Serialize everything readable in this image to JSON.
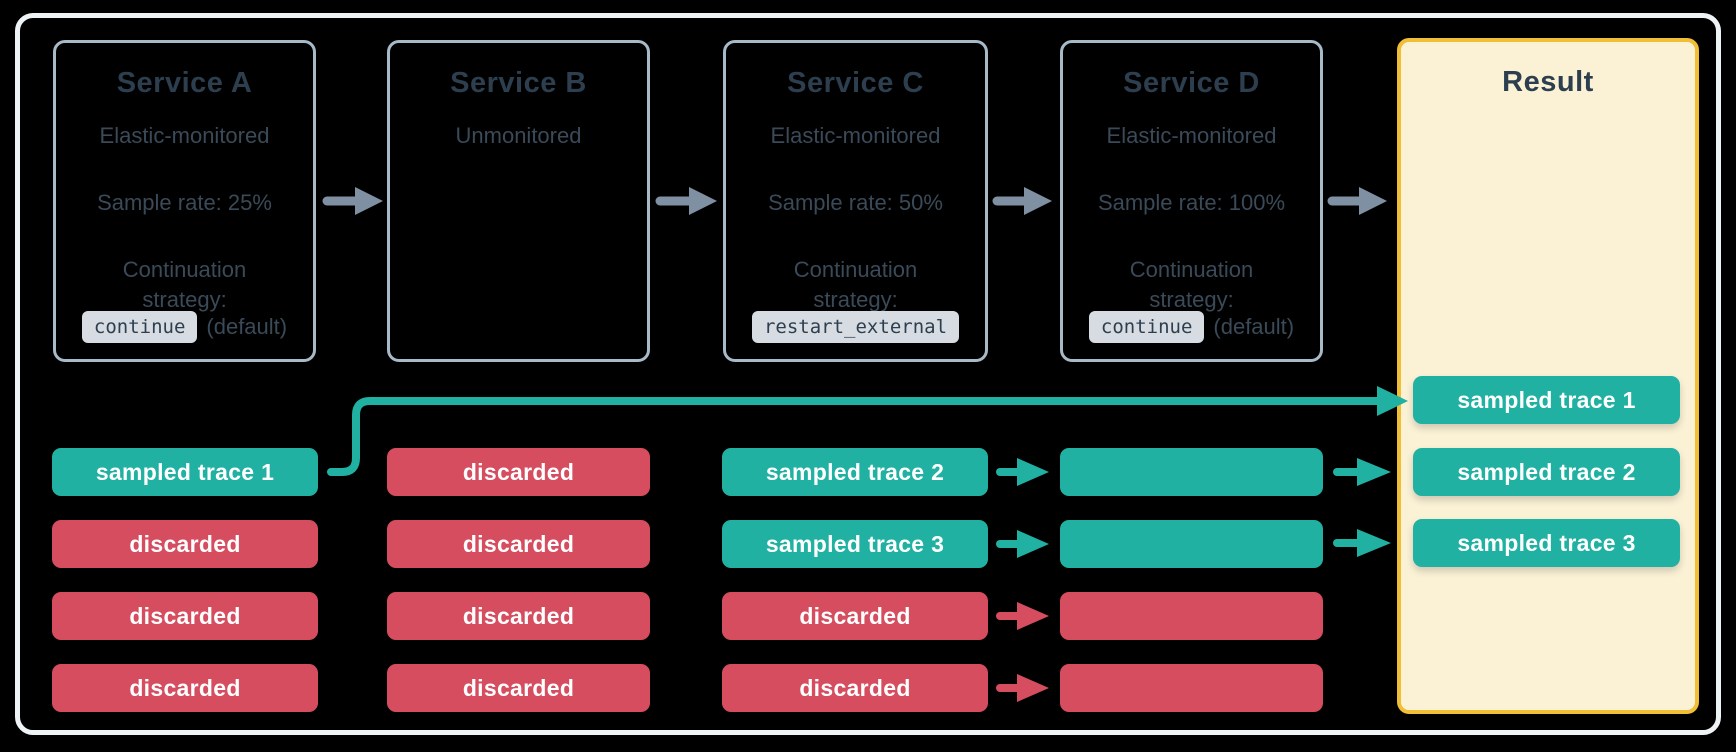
{
  "colors": {
    "teal": "#20b1a2",
    "red": "#d54d5f",
    "title": "#2d3e4f",
    "label": "#3a4a58",
    "box_border": "#a8b9c7",
    "frame": "#eef3f6",
    "chip_bg": "#d6dce2",
    "arrow_gray": "#7f90a2",
    "result_bg": "#fbf2d6",
    "result_border": "#f1bf35",
    "bg": "#000000"
  },
  "services": [
    {
      "title": "Service A",
      "monitoring": "Elastic-monitored",
      "sample_rate": "Sample rate: 25%",
      "strategy_label": "Continuation strategy:",
      "strategy_code": "continue",
      "strategy_note": "(default)"
    },
    {
      "title": "Service B",
      "monitoring": "Unmonitored",
      "sample_rate": "",
      "strategy_label": "",
      "strategy_code": "",
      "strategy_note": ""
    },
    {
      "title": "Service C",
      "monitoring": "Elastic-monitored",
      "sample_rate": "Sample rate: 50%",
      "strategy_label": "Continuation strategy:",
      "strategy_code": "restart_external",
      "strategy_note": ""
    },
    {
      "title": "Service D",
      "monitoring": "Elastic-monitored",
      "sample_rate": "Sample rate: 100%",
      "strategy_label": "Continuation strategy:",
      "strategy_code": "continue",
      "strategy_note": "(default)"
    }
  ],
  "traces": {
    "service_a": [
      {
        "label": "sampled trace 1",
        "status": "sampled"
      },
      {
        "label": "discarded",
        "status": "discarded"
      },
      {
        "label": "discarded",
        "status": "discarded"
      },
      {
        "label": "discarded",
        "status": "discarded"
      }
    ],
    "service_b": [
      {
        "label": "discarded",
        "status": "discarded"
      },
      {
        "label": "discarded",
        "status": "discarded"
      },
      {
        "label": "discarded",
        "status": "discarded"
      },
      {
        "label": "discarded",
        "status": "discarded"
      }
    ],
    "service_c": [
      {
        "label": "sampled trace 2",
        "status": "sampled"
      },
      {
        "label": "sampled trace 3",
        "status": "sampled"
      },
      {
        "label": "discarded",
        "status": "discarded"
      },
      {
        "label": "discarded",
        "status": "discarded"
      }
    ],
    "service_d": [
      {
        "label": "",
        "status": "sampled"
      },
      {
        "label": "",
        "status": "sampled"
      },
      {
        "label": "",
        "status": "discarded"
      },
      {
        "label": "",
        "status": "discarded"
      }
    ]
  },
  "result": {
    "title": "Result",
    "rows": [
      {
        "label": "sampled trace 1",
        "status": "sampled"
      },
      {
        "label": "sampled trace 2",
        "status": "sampled"
      },
      {
        "label": "sampled trace 3",
        "status": "sampled"
      }
    ]
  }
}
